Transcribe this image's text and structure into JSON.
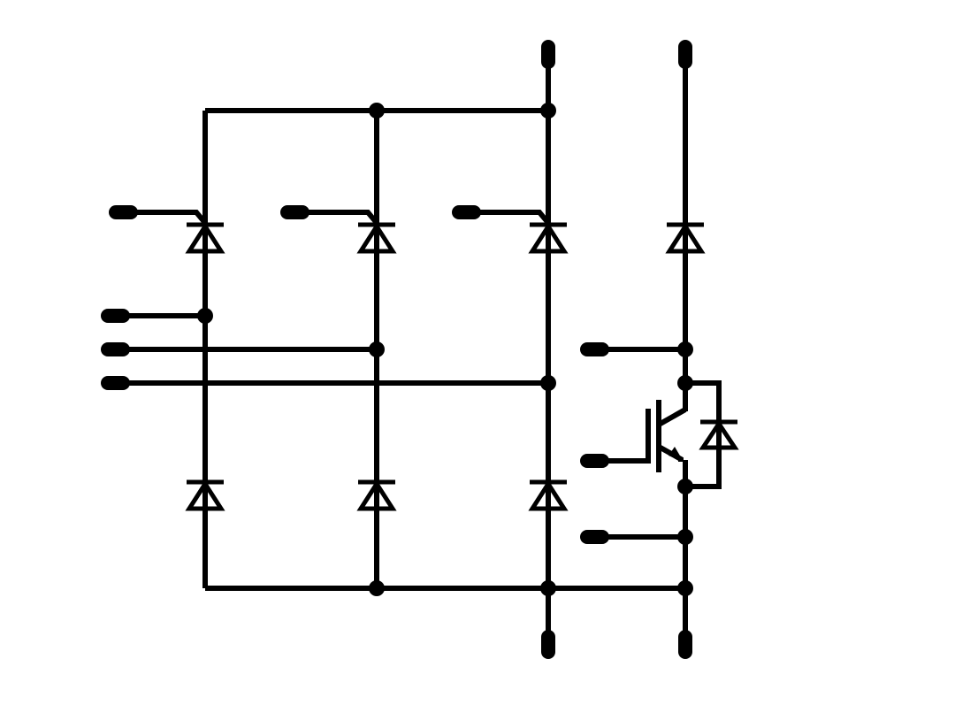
{
  "diagram": {
    "type": "circuit-schematic",
    "stroke_color": "#000000",
    "background_color": "#ffffff",
    "components": [
      "thyristor-upper-1",
      "thyristor-upper-2",
      "thyristor-upper-3",
      "diode-lower-1",
      "diode-lower-2",
      "diode-lower-3",
      "diode-brake-upper",
      "igbt-brake",
      "diode-brake-freewheel"
    ],
    "terminals": [
      "gate-terminal-1",
      "gate-terminal-2",
      "gate-terminal-3",
      "ac-input-terminal-1",
      "ac-input-terminal-2",
      "ac-input-terminal-3",
      "dc-positive-terminal-1",
      "dc-positive-terminal-2",
      "dc-negative-terminal-1",
      "dc-negative-terminal-2",
      "brake-collector-terminal",
      "igbt-gate-terminal",
      "brake-emitter-terminal"
    ]
  }
}
